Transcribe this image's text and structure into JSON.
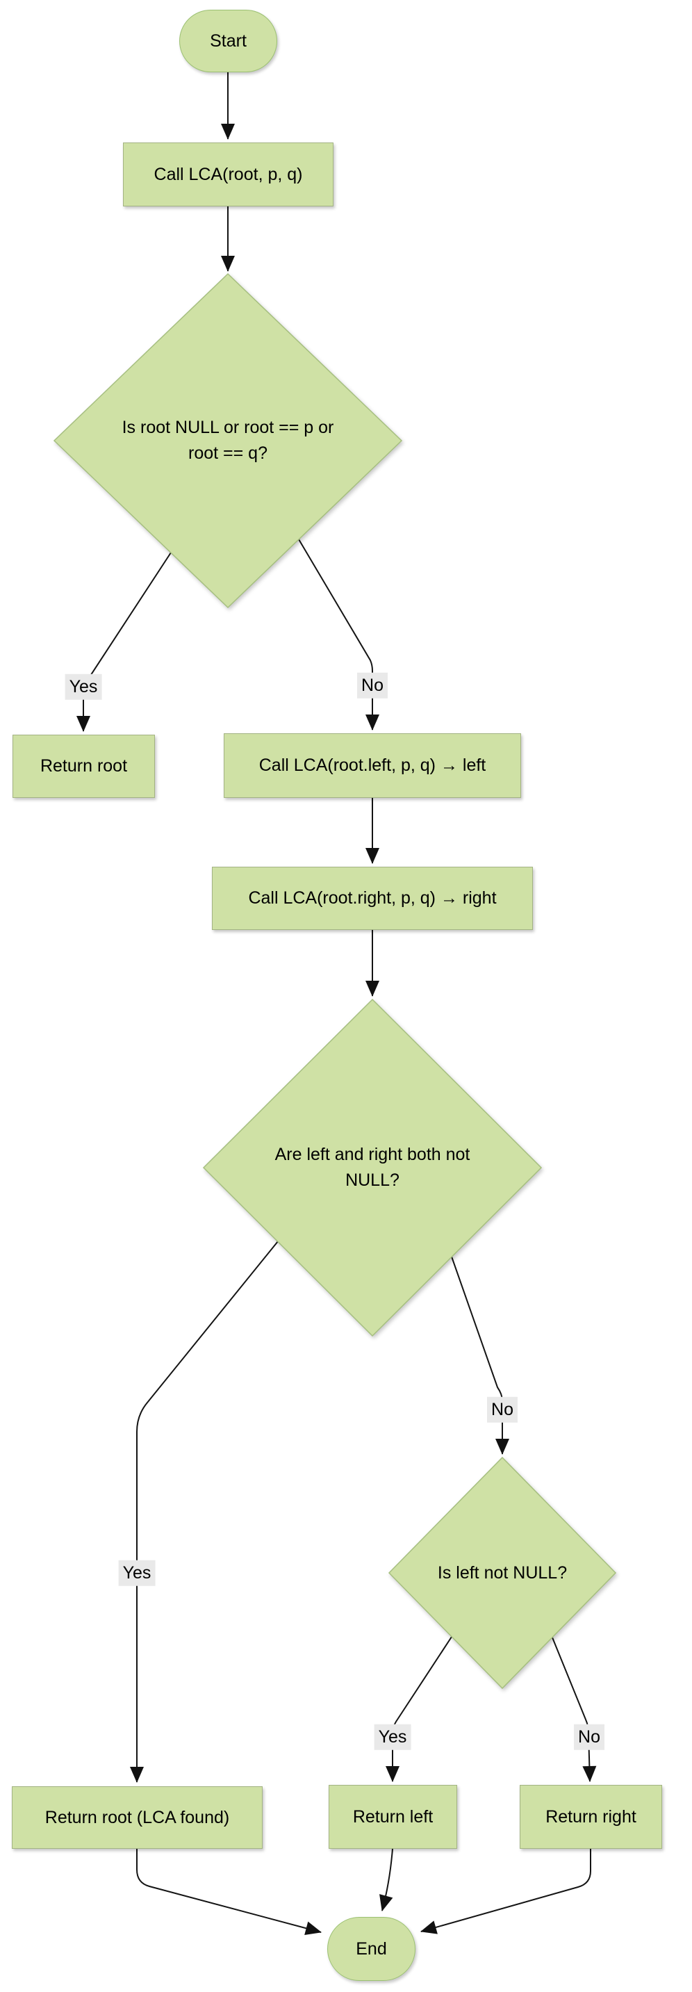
{
  "diagram": {
    "type": "flowchart",
    "colors": {
      "background": "#ffffff",
      "node_fill": "#cfe1a5",
      "node_border": "#a6bf80",
      "edge_line": "#141414",
      "edge_label_bg": "#e9e9e9",
      "text": "#000000"
    },
    "nodes": {
      "start": {
        "shape": "terminator",
        "label": "Start"
      },
      "call_lca": {
        "shape": "process",
        "label": "Call LCA(root, p, q)"
      },
      "is_root_null_or_pq": {
        "shape": "decision",
        "label_lines": [
          "Is root NULL or root == p or",
          "root == q?"
        ]
      },
      "return_root": {
        "shape": "process",
        "label": "Return root"
      },
      "call_lca_left": {
        "shape": "process",
        "label": "Call LCA(root.left, p, q) → left"
      },
      "call_lca_right": {
        "shape": "process",
        "label": "Call LCA(root.right, p, q) → right"
      },
      "are_both_not_null": {
        "shape": "decision",
        "label_lines": [
          "Are left and right both not",
          "NULL?"
        ]
      },
      "is_left_not_null": {
        "shape": "decision",
        "label_lines": [
          "Is left not NULL?"
        ]
      },
      "return_root_found": {
        "shape": "process",
        "label": "Return root (LCA found)"
      },
      "return_left": {
        "shape": "process",
        "label": "Return left"
      },
      "return_right": {
        "shape": "process",
        "label": "Return right"
      },
      "end": {
        "shape": "terminator",
        "label": "End"
      }
    },
    "edges": {
      "start_to_call": {
        "from": "start",
        "to": "call_lca"
      },
      "call_to_check": {
        "from": "call_lca",
        "to": "is_root_null_or_pq"
      },
      "check_yes": {
        "from": "is_root_null_or_pq",
        "to": "return_root",
        "label": "Yes"
      },
      "check_no": {
        "from": "is_root_null_or_pq",
        "to": "call_lca_left",
        "label": "No"
      },
      "left_to_right_call": {
        "from": "call_lca_left",
        "to": "call_lca_right"
      },
      "right_call_to_both": {
        "from": "call_lca_right",
        "to": "are_both_not_null"
      },
      "both_yes": {
        "from": "are_both_not_null",
        "to": "return_root_found",
        "label": "Yes"
      },
      "both_no": {
        "from": "are_both_not_null",
        "to": "is_left_not_null",
        "label": "No"
      },
      "left_yes": {
        "from": "is_left_not_null",
        "to": "return_left",
        "label": "Yes"
      },
      "left_no": {
        "from": "is_left_not_null",
        "to": "return_right",
        "label": "No"
      },
      "found_to_end": {
        "from": "return_root_found",
        "to": "end"
      },
      "return_left_to_end": {
        "from": "return_left",
        "to": "end"
      },
      "return_right_to_end": {
        "from": "return_right",
        "to": "end"
      }
    }
  }
}
